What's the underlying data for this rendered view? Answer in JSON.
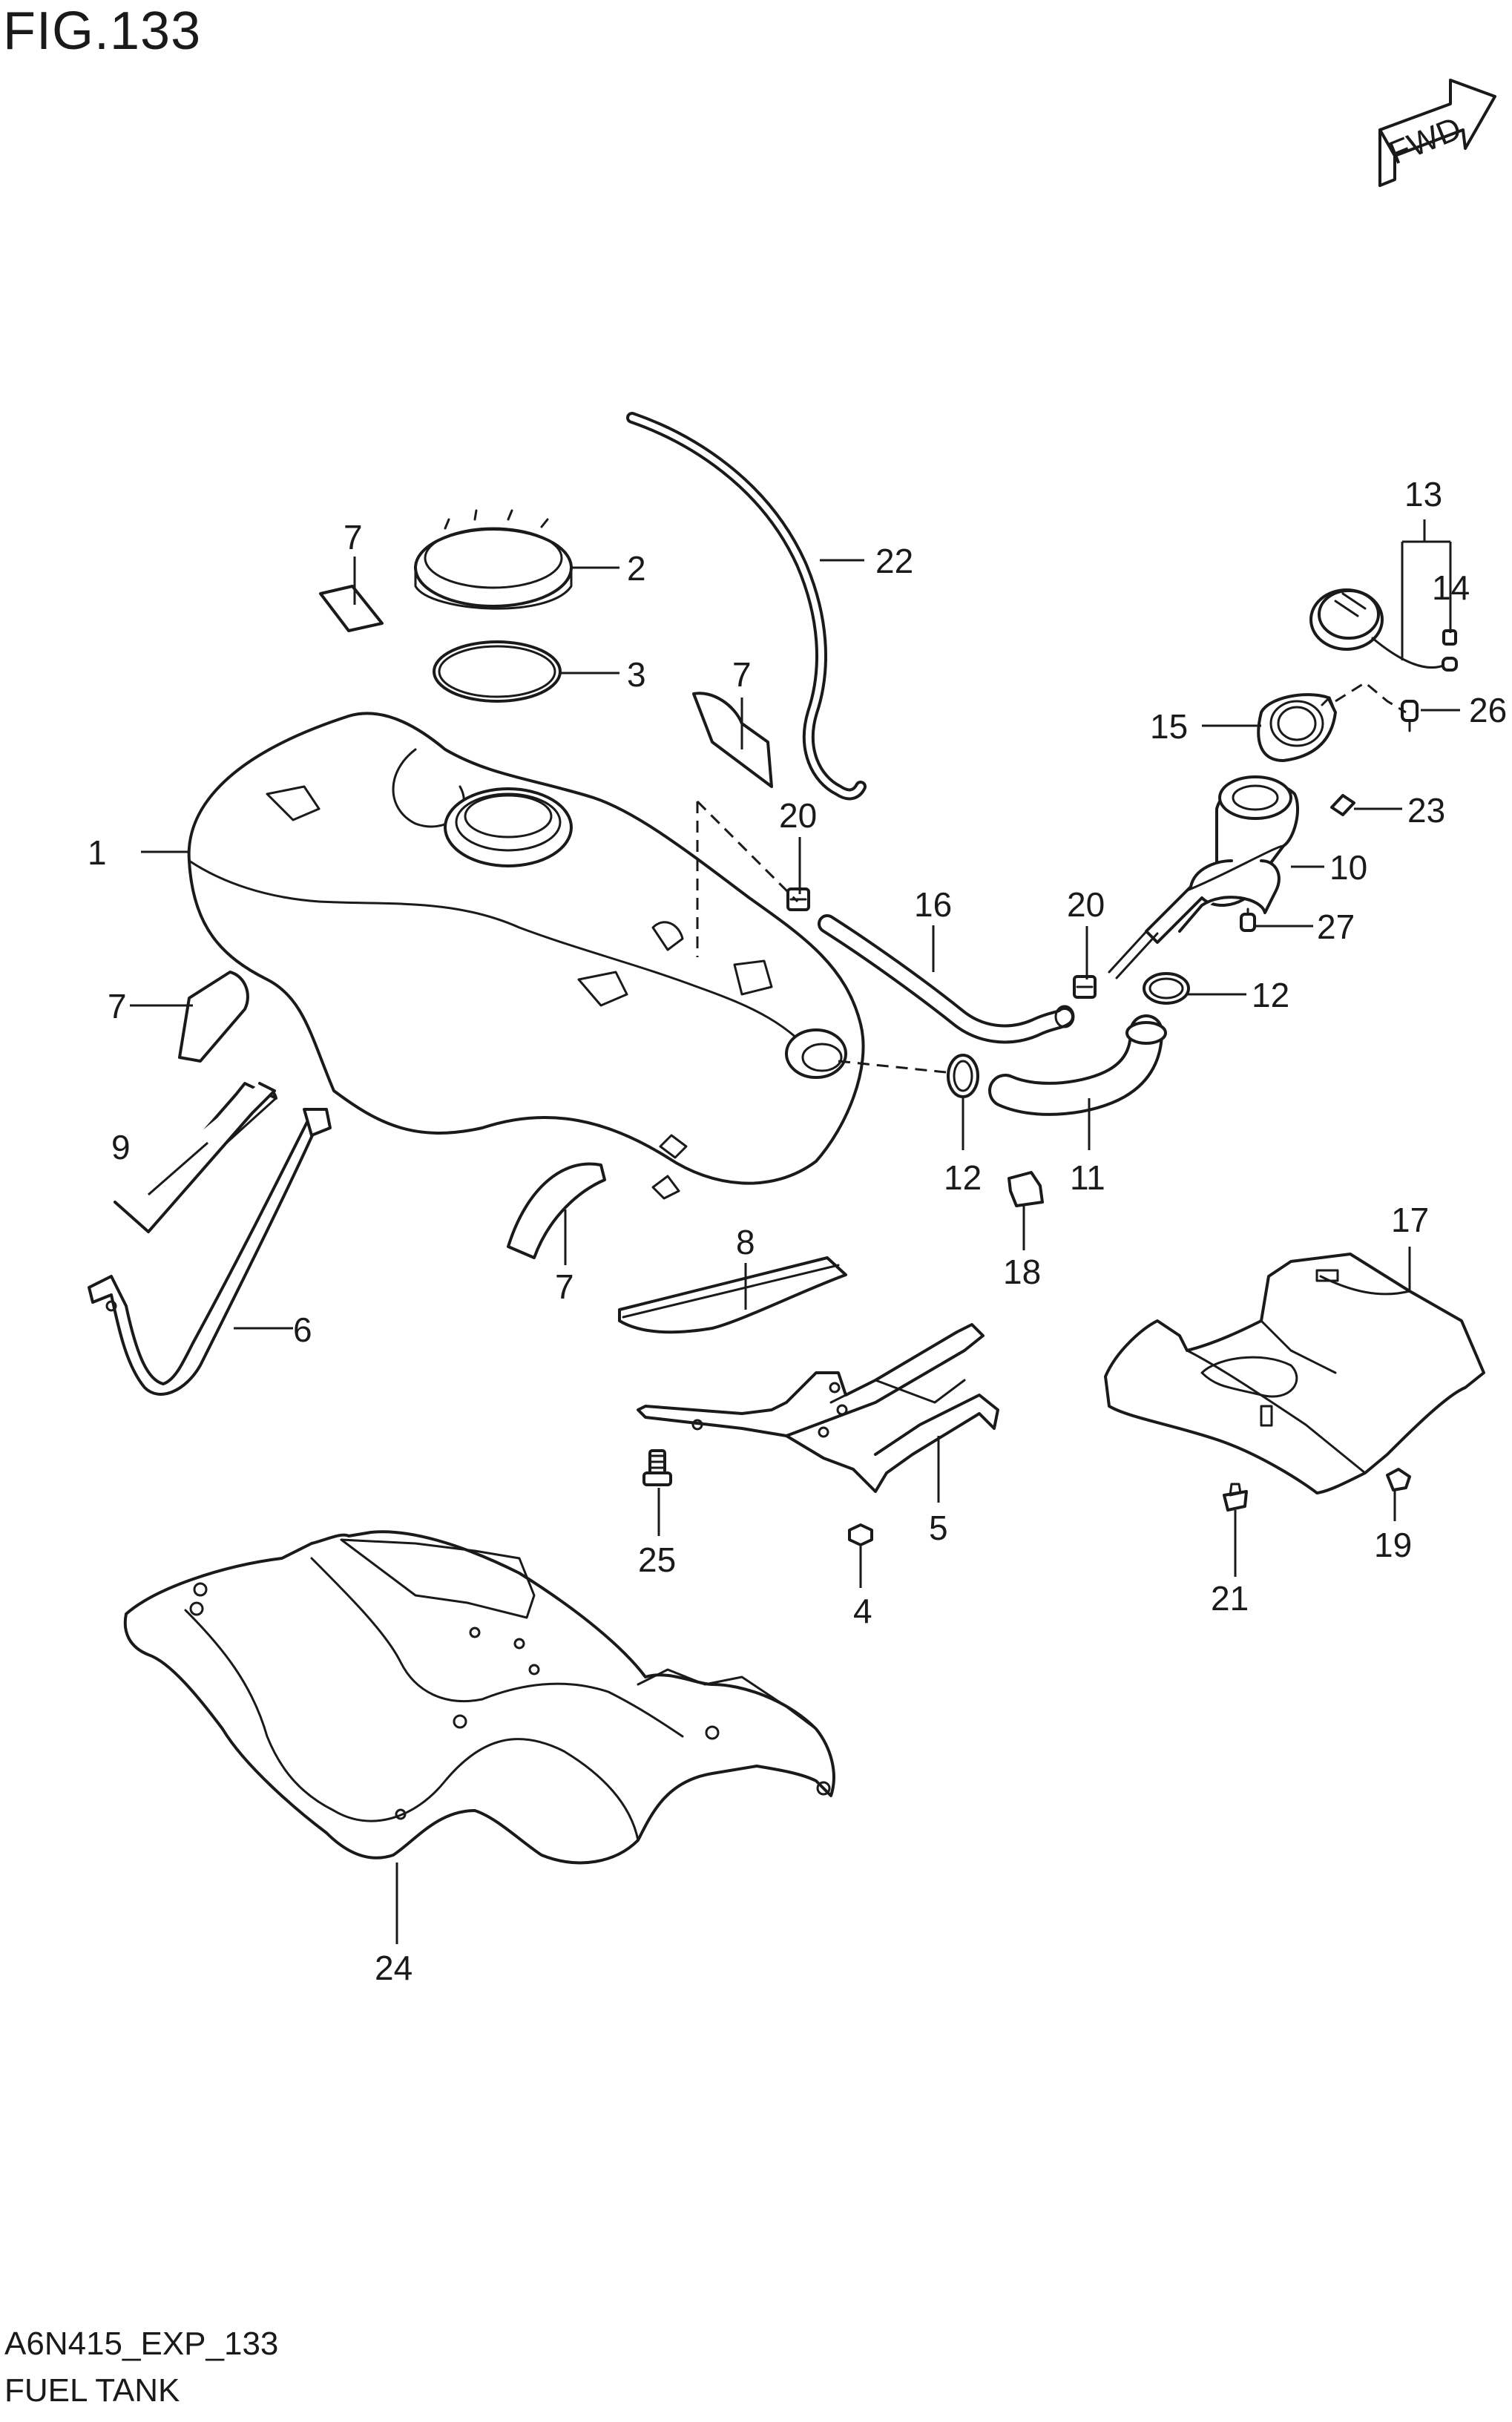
{
  "figure": {
    "title": "FIG.133",
    "direction_badge": "FWD",
    "code": "A6N415_EXP_133",
    "name": "FUEL TANK"
  },
  "parts": {
    "p1": "1",
    "p2": "2",
    "p3": "3",
    "p4": "4",
    "p5": "5",
    "p6": "6",
    "p7a": "7",
    "p7b": "7",
    "p7c": "7",
    "p7d": "7",
    "p8": "8",
    "p9": "9",
    "p10": "10",
    "p11": "11",
    "p12a": "12",
    "p12b": "12",
    "p13": "13",
    "p14": "14",
    "p15": "15",
    "p16": "16",
    "p17": "17",
    "p18": "18",
    "p19": "19",
    "p20a": "20",
    "p20b": "20",
    "p21": "21",
    "p22": "22",
    "p23": "23",
    "p24": "24",
    "p25": "25",
    "p26": "26",
    "p27": "27"
  },
  "colors": {
    "line": "#1a1a1a",
    "background": "#ffffff"
  }
}
